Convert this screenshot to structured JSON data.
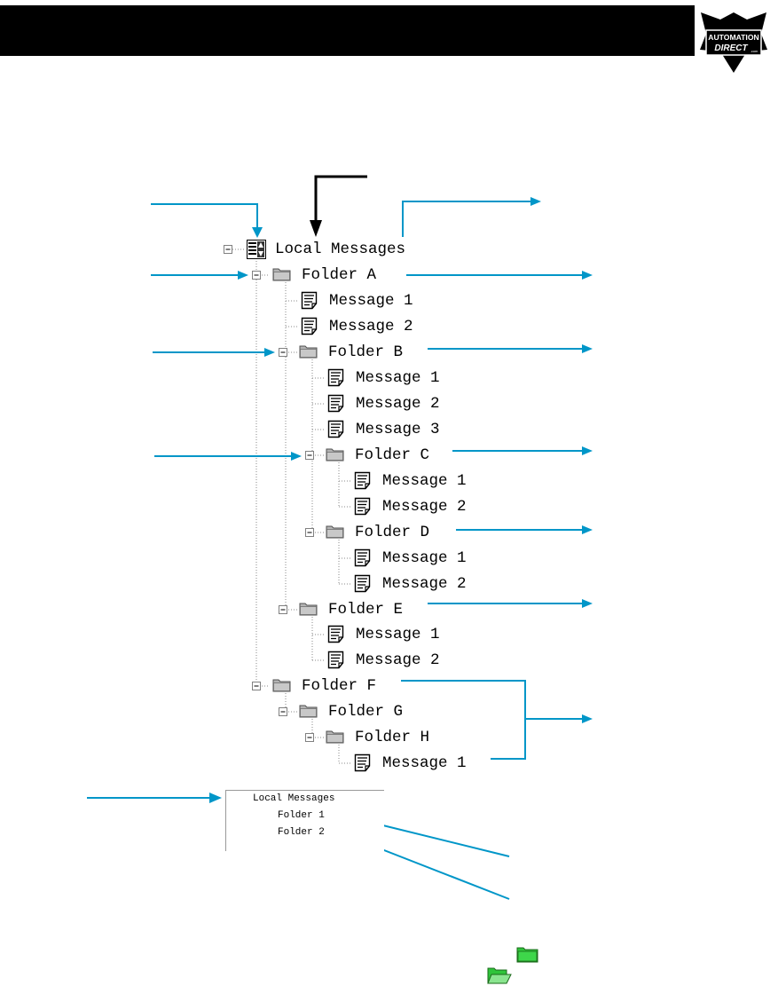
{
  "colors": {
    "header": "#000000",
    "arrow": "#0096c8",
    "folder_gray": "#a0a0a0",
    "folder_green": "#2fc43a",
    "tree_line": "#8a8a8a"
  },
  "logo": {
    "line1": "AUTOMATION",
    "line2": "DIRECT",
    "suffix": ".com"
  },
  "tree": {
    "root": "Local Messages",
    "folder_a": "Folder A",
    "folder_a_msg1": "Message 1",
    "folder_a_msg2": "Message 2",
    "folder_b": "Folder B",
    "folder_b_msg1": "Message 1",
    "folder_b_msg2": "Message 2",
    "folder_b_msg3": "Message 3",
    "folder_c": "Folder C",
    "folder_c_msg1": "Message 1",
    "folder_c_msg2": "Message 2",
    "folder_d": "Folder D",
    "folder_d_msg1": "Message 1",
    "folder_d_msg2": "Message 2",
    "folder_e": "Folder E",
    "folder_e_msg1": "Message 1",
    "folder_e_msg2": "Message 2",
    "folder_f": "Folder F",
    "folder_g": "Folder G",
    "folder_h": "Folder H",
    "folder_h_msg1": "Message 1"
  },
  "mini_tree": {
    "root": "Local Messages",
    "folder1": "Folder 1",
    "folder2": "Folder 2"
  },
  "icons": {
    "root": "local-messages-icon",
    "folder": "folder-icon",
    "message": "message-icon",
    "collapse": "minus-box-icon",
    "expand": "plus-box-icon",
    "folder_closed_green": "green-folder-icon",
    "folder_open_green": "green-open-folder-icon"
  }
}
